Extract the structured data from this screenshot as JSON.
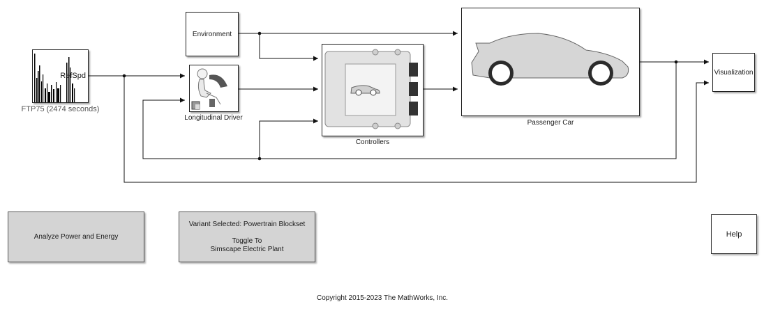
{
  "blocks": {
    "environment": "Environment",
    "driver": "Longitudinal Driver",
    "controllers": "Controllers",
    "passenger_car": "Passenger Car",
    "visualization": "Visualization",
    "drive_cycle_port": "RefSpd",
    "drive_cycle_label": "FTP75 (2474  seconds)"
  },
  "buttons": {
    "analyze": "Analyze Power and Energy",
    "variant_line1": "Variant Selected: Powertrain Blockset",
    "variant_line2": "Toggle To",
    "variant_line3": "Simscape Electric Plant",
    "help": "Help"
  },
  "footer": {
    "copyright": "Copyright 2015-2023 The MathWorks, Inc."
  }
}
